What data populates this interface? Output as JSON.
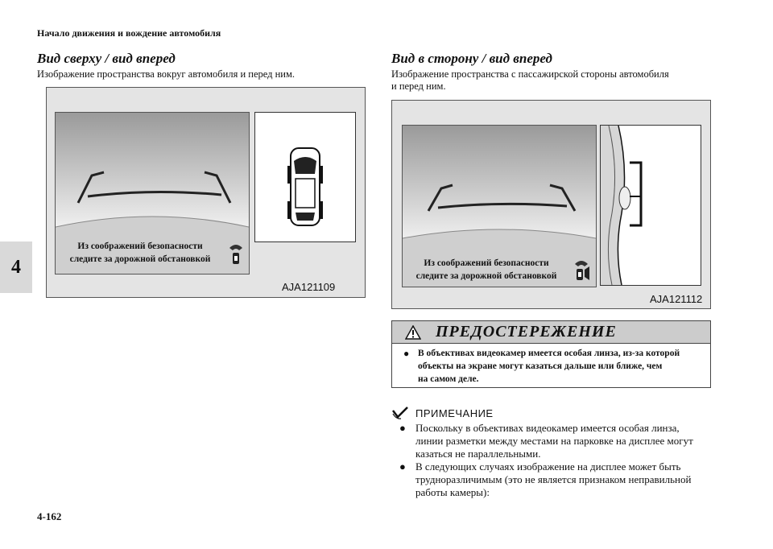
{
  "header": {
    "title": "Начало движения и вождение автомобиля"
  },
  "chapter_tab": "4",
  "left": {
    "heading": "Вид сверху / вид вперед",
    "description": "Изображение пространства вокруг автомобиля и перед ним.",
    "figure": {
      "message_line1": "Из соображений безопасности",
      "message_line2": "следите за дорожной обстановкой",
      "code": "AJA121109"
    }
  },
  "right": {
    "heading": "Вид в сторону / вид вперед",
    "description_line1": "Изображение пространства с пассажирской стороны автомобиля",
    "description_line2": "и перед ним.",
    "figure": {
      "message_line1": "Из соображений безопасности",
      "message_line2": "следите за дорожной обстановкой",
      "code": "AJA121112"
    },
    "warning": {
      "title": "ПРЕДОСТЕРЕЖЕНИЕ",
      "line1": "В объективах видеокамер имеется особая линза, из-за которой",
      "line2": "объекты на экране могут казаться дальше или ближе, чем",
      "line3": "на самом деле."
    },
    "note": {
      "heading": "ПРИМЕЧАНИЕ",
      "items": [
        {
          "line1": "Поскольку в объективах видеокамер имеется особая линза,",
          "line2": "линии разметки между местами на парковке на дисплее могут",
          "line3": "казаться не параллельными."
        },
        {
          "line1": "В следующих случаях изображение на дисплее может быть",
          "line2": "трудноразличимым (это не является признаком неправильной",
          "line3": "работы камеры):"
        }
      ]
    }
  },
  "footer": {
    "page_number": "4-162"
  },
  "colors": {
    "figure_bg": "#e4e4e4",
    "warning_title_bg": "#cccccc",
    "tab_bg": "#d9d9d9"
  }
}
